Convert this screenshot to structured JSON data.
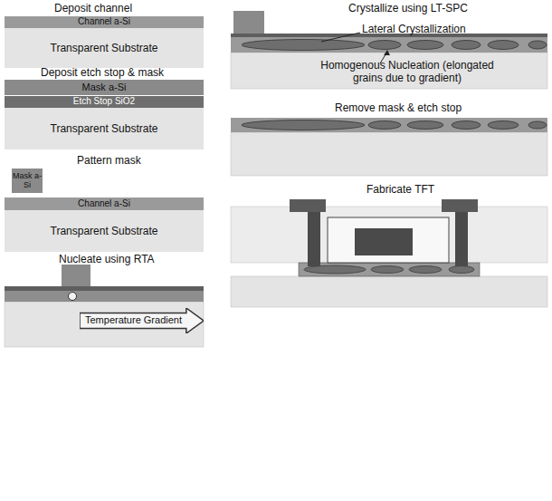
{
  "diagram": {
    "nodes": [
      {
        "text": [
          "Channel a-Si"
        ]
      },
      {
        "text": [
          "Transparent Substrate"
        ]
      },
      {
        "text": [
          "Mask a-Si"
        ]
      },
      {
        "text": [
          "Etch Stop SiO2"
        ]
      },
      {
        "text": [
          "Transparent Substrate"
        ]
      },
      {
        "text": [
          "Mask a-Si"
        ]
      },
      {
        "text": [
          "Channel a-Si"
        ]
      },
      {
        "text": [
          "Transparent Substrate"
        ]
      },
      {
        "text": [
          "Temperature Gradient"
        ]
      }
    ],
    "labels": [
      "Deposit channel",
      "Deposit etch stop & mask",
      "Pattern mask",
      "Nucleate using RTA",
      "Crystallize using LT-SPC",
      "Lateral Crystallization",
      "Homogenous Nucleation (elongated grains due to gradient)",
      "Remove mask & etch stop",
      "Fabricate TFT"
    ]
  }
}
